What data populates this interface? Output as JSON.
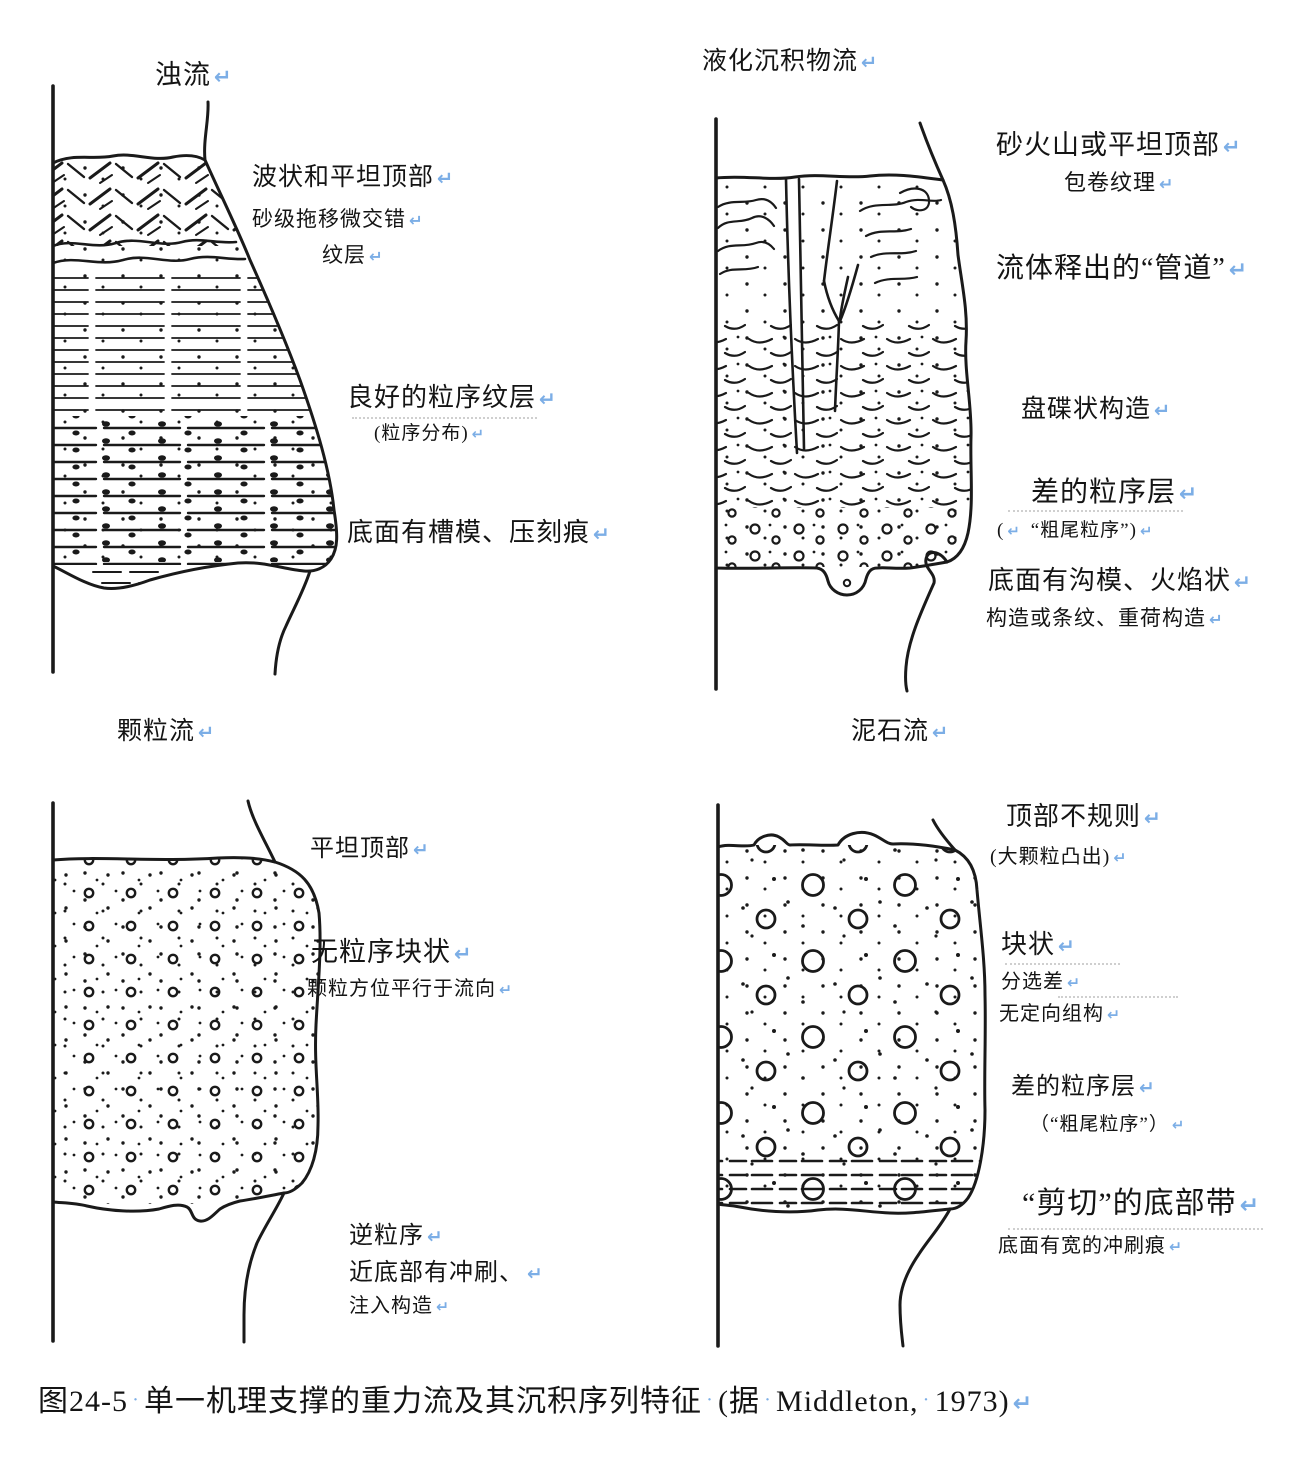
{
  "marks": {
    "return": "↵",
    "space_dot": "·"
  },
  "colors": {
    "format_mark_blue": "#7CAEE6",
    "ink": "#1A1A1A"
  },
  "figure": {
    "panels": {
      "turbidity": {
        "title": "浊流",
        "labels": {
          "top": "波状和平坦顶部",
          "top_sub1": "砂级拖移微交错",
          "top_sub2": "纹层",
          "mid": "良好的粒序纹层",
          "mid_sub": "(粒序分布)",
          "base": "底面有槽模、压刻痕"
        }
      },
      "liquefied": {
        "title": "液化沉积物流",
        "labels": {
          "top": "砂火山或平坦顶部",
          "top_sub": "包卷纹理",
          "pipes": "流体释出的“管道”",
          "dish": "盘碟状构造",
          "grading": "差的粒序层",
          "grading_paren_open": "(",
          "grading_paren_rest": "“粗尾粒序”)",
          "base1": "底面有沟模、火焰状",
          "base2": "构造或条纹、重荷构造"
        }
      },
      "grain": {
        "title": "颗粒流",
        "labels": {
          "top": "平坦顶部",
          "mid": "无粒序块状",
          "mid_sub": "颗粒方位平行于流向",
          "base1": "逆粒序",
          "base2": "近底部有冲刷、",
          "base3": "注入构造"
        }
      },
      "debris": {
        "title": "泥石流",
        "labels": {
          "top": "顶部不规则",
          "top_sub": "(大颗粒凸出)",
          "massive": "块状",
          "sorting": "分选差",
          "fabric": "无定向组构",
          "grading": "差的粒序层",
          "grading_sub": "（“粗尾粒序”）",
          "base": "“剪切”的底部带",
          "base_sub": "底面有宽的冲刷痕"
        }
      }
    },
    "caption": {
      "fig_no": "图24-5",
      "title": "单一机理支撑的重力流及其沉积序列特征",
      "source_open": "(据",
      "source_name": "Middleton,",
      "source_year": "1973)"
    }
  }
}
